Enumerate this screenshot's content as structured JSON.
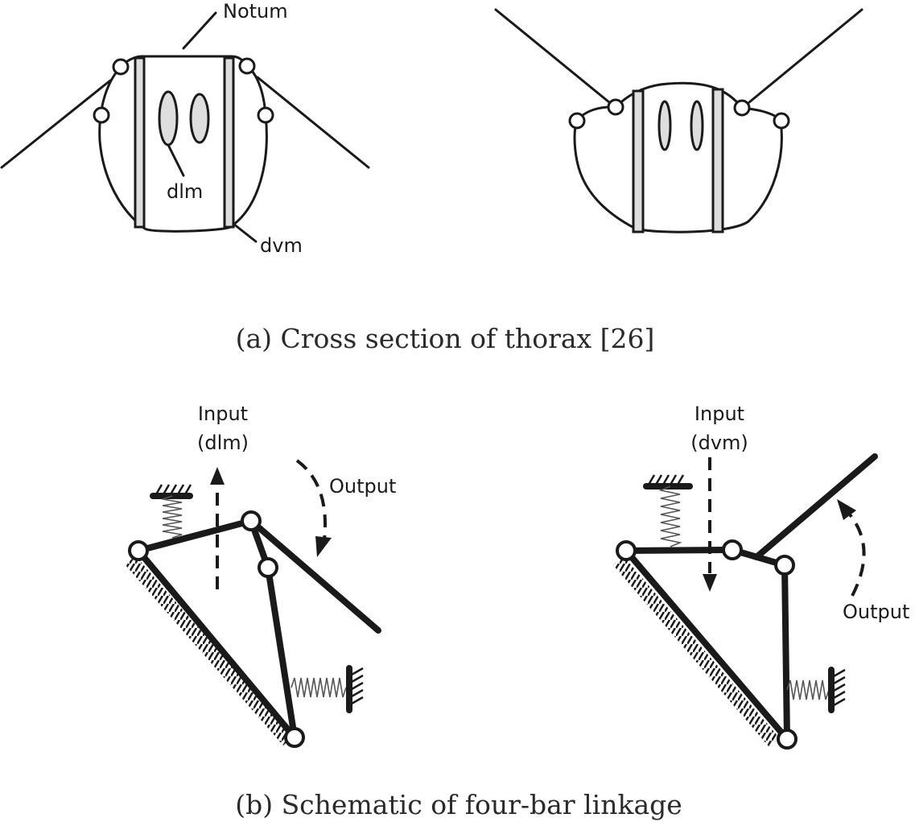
{
  "panel_a": {
    "caption": "(a) Cross section of thorax [26]",
    "labels": {
      "notum": "Notum",
      "dlm": "dlm",
      "dvm": "dvm"
    }
  },
  "panel_b": {
    "caption": "(b) Schematic of four-bar linkage",
    "left": {
      "input_line1": "Input",
      "input_line2": "(dlm)",
      "output": "Output"
    },
    "right": {
      "input_line1": "Input",
      "input_line2": "(dvm)",
      "output": "Output"
    }
  }
}
